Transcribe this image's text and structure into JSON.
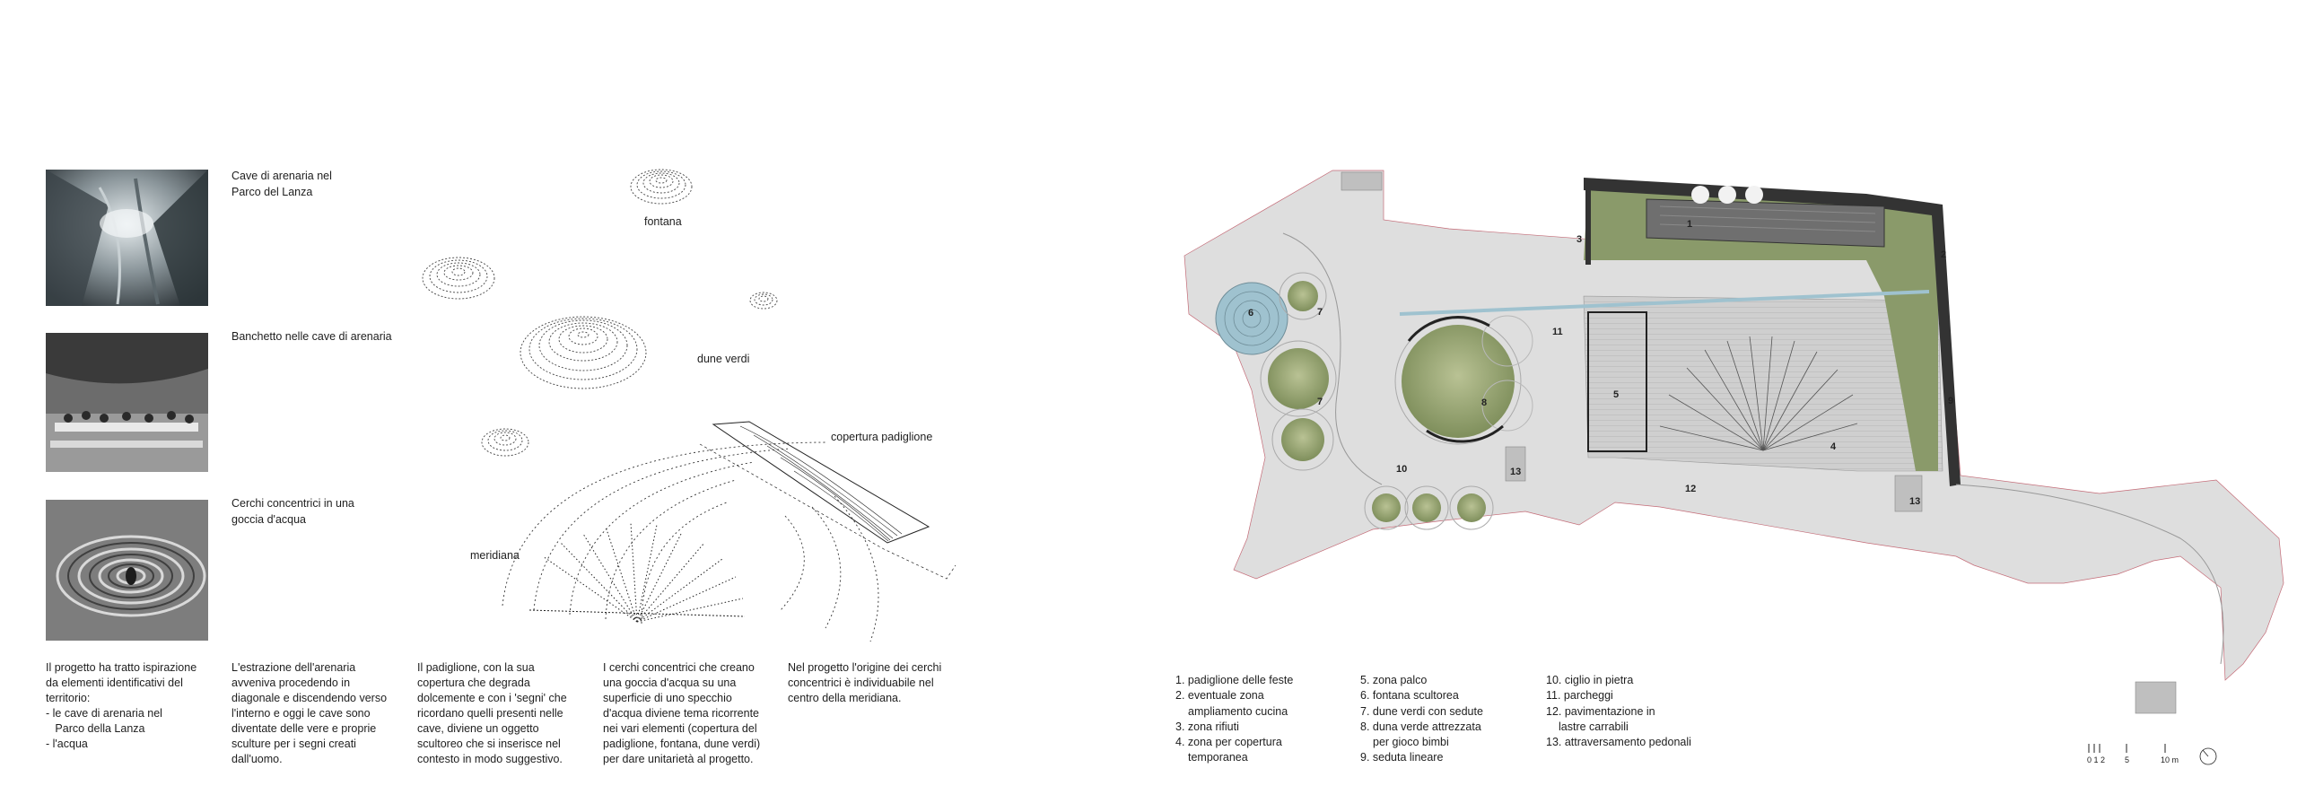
{
  "left": {
    "captions": [
      [
        "Cave di arenaria nel",
        "Parco del Lanza"
      ],
      [
        "Banchetto nelle cave di arenaria"
      ],
      [
        "Cerchi concentrici in una",
        "goccia d'acqua"
      ]
    ],
    "diagram_labels": {
      "fontana": "fontana",
      "dune": "dune verdi",
      "copertura": "copertura padiglione",
      "meridiana": "meridiana"
    },
    "paragraphs": [
      [
        "Il progetto ha tratto ispirazione",
        "da elementi identificativi del",
        "territorio:",
        "- le cave di arenaria nel",
        "   Parco della Lanza",
        "- l'acqua"
      ],
      [
        "L'estrazione dell'arenaria",
        "avveniva procedendo in",
        "diagonale e discendendo verso",
        "l'interno e oggi le cave sono",
        "diventate delle vere e proprie",
        "sculture per i segni creati",
        "dall'uomo."
      ],
      [
        "Il padiglione, con la sua",
        "copertura che degrada",
        "dolcemente e con i 'segni' che",
        "ricordano quelli presenti nelle",
        "cave, diviene un oggetto",
        "scultoreo che si inserisce nel",
        "contesto in modo suggestivo."
      ],
      [
        "I cerchi concentrici che creano",
        "una goccia d'acqua su una",
        "superficie di uno specchio",
        "d'acqua diviene tema ricorrente",
        "nei vari elementi (copertura del",
        "padiglione, fontana, dune verdi)",
        "per dare unitarietà al progetto."
      ],
      [
        "Nel progetto l'origine dei cerchi",
        "concentrici è individuabile nel",
        "centro della meridiana."
      ]
    ]
  },
  "plan": {
    "numbers": [
      "1",
      "2",
      "3",
      "4",
      "5",
      "6",
      "7",
      "7",
      "8",
      "9",
      "10",
      "11",
      "12",
      "13",
      "13"
    ]
  },
  "legend": {
    "col1": [
      "1. padiglione delle feste",
      "2. eventuale zona\n    ampliamento cucina",
      "3. zona rifiuti",
      "4. zona per copertura\n    temporanea"
    ],
    "col2": [
      "5. zona palco",
      "6. fontana scultorea",
      "7. dune verdi con sedute",
      "8. duna verde attrezzata\n    per gioco bimbi",
      "9. seduta lineare"
    ],
    "col3": [
      "10. ciglio in pietra",
      "11. parcheggi",
      "12. pavimentazione in\n      lastre carrabili",
      "13. attraversamento pedonali"
    ]
  },
  "scale": {
    "ticks": "0 1 2",
    "five": "5",
    "ten": "10 m"
  },
  "colors": {
    "grass": "#8a9a6a",
    "paving": "#d9d9d9",
    "dark": "#3a3a3a",
    "water": "#9fc2cf"
  }
}
